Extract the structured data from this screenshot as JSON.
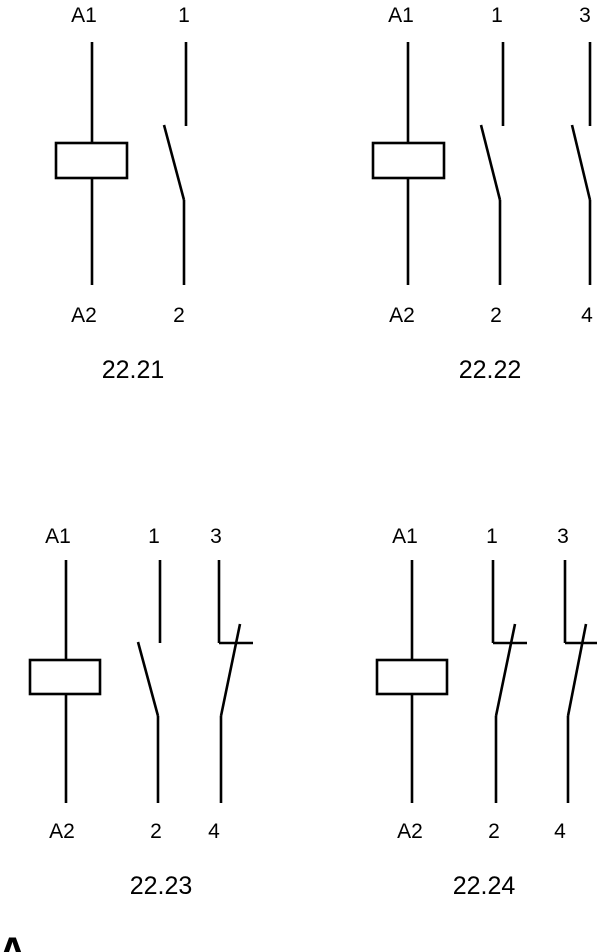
{
  "diagrams": {
    "d2221": {
      "model": "22.21",
      "coil_top": "A1",
      "coil_bottom": "A2",
      "c1_top": "1",
      "c1_bottom": "2"
    },
    "d2222": {
      "model": "22.22",
      "coil_top": "A1",
      "coil_bottom": "A2",
      "c1_top": "1",
      "c1_bottom": "2",
      "c2_top": "3",
      "c2_bottom": "4"
    },
    "d2223": {
      "model": "22.23",
      "coil_top": "A1",
      "coil_bottom": "A2",
      "c1_top": "1",
      "c1_bottom": "2",
      "c2_top": "3",
      "c2_bottom": "4"
    },
    "d2224": {
      "model": "22.24",
      "coil_top": "A1",
      "coil_bottom": "A2",
      "c1_top": "1",
      "c1_bottom": "2",
      "c2_top": "3",
      "c2_bottom": "4"
    }
  },
  "panel_letter": "A"
}
